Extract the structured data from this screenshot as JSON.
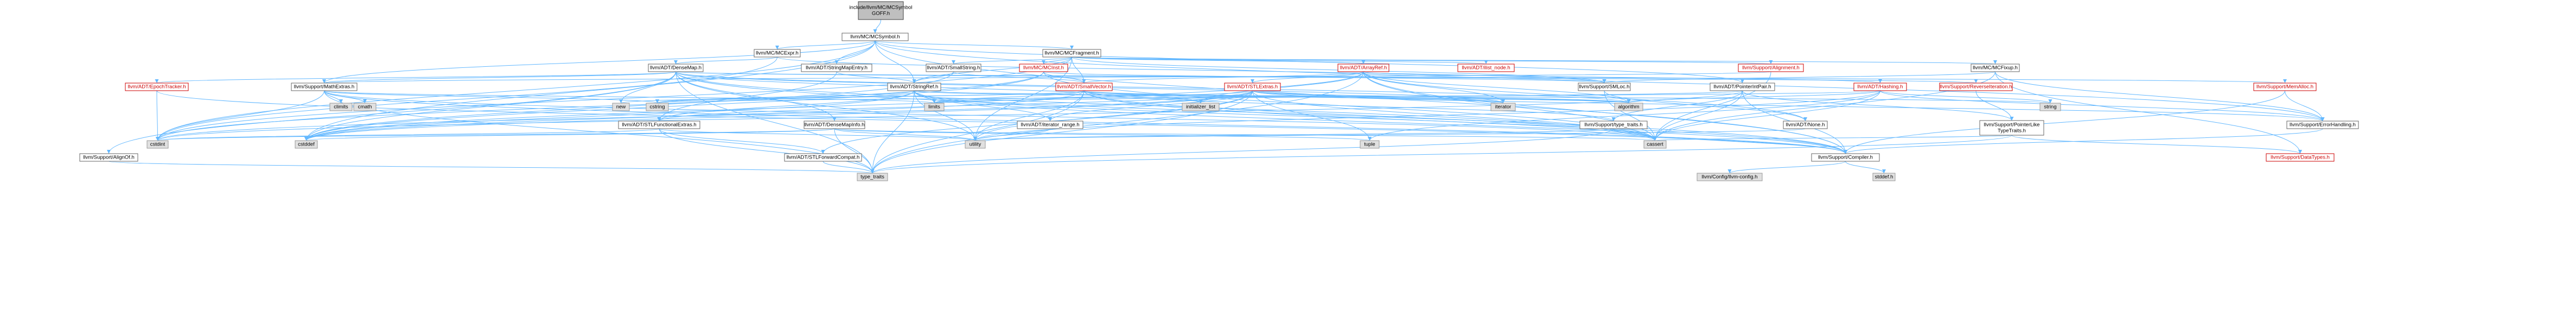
{
  "colors": {
    "root_fill": "#bfbfbf",
    "root_border": "#404040",
    "node_fill": "#ffffff",
    "node_border": "#666666",
    "node_text": "#000000",
    "red_border": "#cc0000",
    "red_text": "#cc0000",
    "ext_fill": "#e0e0e0",
    "ext_border": "#999999",
    "edge": "#63b8ff",
    "edge_alt": "#6ea2cc"
  },
  "nodes": [
    {
      "id": "root",
      "style": "root",
      "lines": [
        "include/llvm/MC/MCSymbol",
        "GOFF.h"
      ]
    },
    {
      "id": "mcsymbol",
      "style": "normal",
      "lines": [
        "llvm/MC/MCSymbol.h"
      ]
    },
    {
      "id": "mcexpr",
      "style": "normal",
      "lines": [
        "llvm/MC/MCExpr.h"
      ]
    },
    {
      "id": "mcfragment",
      "style": "normal",
      "lines": [
        "llvm/MC/MCFragment.h"
      ]
    },
    {
      "id": "densemap",
      "style": "normal",
      "lines": [
        "llvm/ADT/DenseMap.h"
      ]
    },
    {
      "id": "stringmapentry",
      "style": "normal",
      "lines": [
        "llvm/ADT/StringMapEntry.h"
      ]
    },
    {
      "id": "smallstring",
      "style": "normal",
      "lines": [
        "llvm/ADT/SmallString.h"
      ]
    },
    {
      "id": "mcinst",
      "style": "red",
      "lines": [
        "llvm/MC/MCInst.h"
      ]
    },
    {
      "id": "arrayref",
      "style": "red",
      "lines": [
        "llvm/ADT/ArrayRef.h"
      ]
    },
    {
      "id": "ilistnode",
      "style": "red",
      "lines": [
        "llvm/ADT/ilist_node.h"
      ]
    },
    {
      "id": "alignment",
      "style": "red",
      "lines": [
        "llvm/Support/Alignment.h"
      ]
    },
    {
      "id": "mcfixup",
      "style": "normal",
      "lines": [
        "llvm/MC/MCFixup.h"
      ]
    },
    {
      "id": "epochtracker",
      "style": "red",
      "lines": [
        "llvm/ADT/EpochTracker.h"
      ]
    },
    {
      "id": "mathextras",
      "style": "normal",
      "lines": [
        "llvm/Support/MathExtras.h"
      ]
    },
    {
      "id": "stringref",
      "style": "normal",
      "lines": [
        "llvm/ADT/StringRef.h"
      ]
    },
    {
      "id": "smallvector",
      "style": "red",
      "lines": [
        "llvm/ADT/SmallVector.h"
      ]
    },
    {
      "id": "stlextras",
      "style": "red",
      "lines": [
        "llvm/ADT/STLExtras.h"
      ]
    },
    {
      "id": "smloc",
      "style": "normal",
      "lines": [
        "llvm/Support/SMLoc.h"
      ]
    },
    {
      "id": "pointerintpair",
      "style": "normal",
      "lines": [
        "llvm/ADT/PointerIntPair.h"
      ]
    },
    {
      "id": "hashing",
      "style": "red",
      "lines": [
        "llvm/ADT/Hashing.h"
      ]
    },
    {
      "id": "reverseiteration",
      "style": "red",
      "lines": [
        "llvm/Support/ReverseIteration.h"
      ]
    },
    {
      "id": "memalloc",
      "style": "red",
      "lines": [
        "llvm/Support/MemAlloc.h"
      ]
    },
    {
      "id": "climits",
      "style": "ext",
      "lines": [
        "climits"
      ]
    },
    {
      "id": "cmath",
      "style": "ext",
      "lines": [
        "cmath"
      ]
    },
    {
      "id": "new",
      "style": "ext",
      "lines": [
        "new"
      ]
    },
    {
      "id": "cstring",
      "style": "ext",
      "lines": [
        "cstring"
      ]
    },
    {
      "id": "limits",
      "style": "ext",
      "lines": [
        "limits"
      ]
    },
    {
      "id": "initializer_list",
      "style": "ext",
      "lines": [
        "initializer_list"
      ]
    },
    {
      "id": "iterator",
      "style": "ext",
      "lines": [
        "iterator"
      ]
    },
    {
      "id": "algorithm",
      "style": "ext",
      "lines": [
        "algorithm"
      ]
    },
    {
      "id": "string",
      "style": "ext",
      "lines": [
        "string"
      ]
    },
    {
      "id": "alignof",
      "style": "normal",
      "lines": [
        "llvm/Support/AlignOf.h"
      ]
    },
    {
      "id": "stlfunctionalextras",
      "style": "normal",
      "lines": [
        "llvm/ADT/STLFunctionalExtras.h"
      ]
    },
    {
      "id": "densemapinfo",
      "style": "normal",
      "lines": [
        "llvm/ADT/DenseMapInfo.h"
      ]
    },
    {
      "id": "iteratorrange",
      "style": "normal",
      "lines": [
        "llvm/ADT/iterator_range.h"
      ]
    },
    {
      "id": "typetraits",
      "style": "normal",
      "lines": [
        "llvm/Support/type_traits.h"
      ]
    },
    {
      "id": "none",
      "style": "normal",
      "lines": [
        "llvm/ADT/None.h"
      ]
    },
    {
      "id": "pointerliketypetraits",
      "style": "normal",
      "lines": [
        "llvm/Support/PointerLike",
        "TypeTraits.h"
      ]
    },
    {
      "id": "errorhandling",
      "style": "normal",
      "lines": [
        "llvm/Support/ErrorHandling.h"
      ]
    },
    {
      "id": "cstdint",
      "style": "ext",
      "lines": [
        "cstdint"
      ]
    },
    {
      "id": "cstddef",
      "style": "ext",
      "lines": [
        "cstddef"
      ]
    },
    {
      "id": "stlforwardcompat",
      "style": "normal",
      "lines": [
        "llvm/ADT/STLForwardCompat.h"
      ]
    },
    {
      "id": "utility",
      "style": "ext",
      "lines": [
        "utility"
      ]
    },
    {
      "id": "tuple",
      "style": "ext",
      "lines": [
        "tuple"
      ]
    },
    {
      "id": "cassert",
      "style": "ext",
      "lines": [
        "cassert"
      ]
    },
    {
      "id": "compiler",
      "style": "normal",
      "lines": [
        "llvm/Support/Compiler.h"
      ]
    },
    {
      "id": "datatypes",
      "style": "red",
      "lines": [
        "llvm/Support/DataTypes.h"
      ]
    },
    {
      "id": "type_traits",
      "style": "ext",
      "lines": [
        "type_traits"
      ]
    },
    {
      "id": "llvmconfig",
      "style": "ext",
      "lines": [
        "llvm/Config/llvm-config.h"
      ]
    },
    {
      "id": "stddef",
      "style": "ext",
      "lines": [
        "stddef.h"
      ]
    }
  ],
  "edges": [
    [
      "root",
      "mcsymbol"
    ],
    [
      "mcsymbol",
      "mcexpr"
    ],
    [
      "mcsymbol",
      "mcfragment"
    ],
    [
      "mcsymbol",
      "stringmapentry"
    ],
    [
      "mcsymbol",
      "mathextras"
    ],
    [
      "mcsymbol",
      "stringref"
    ],
    [
      "mcsymbol",
      "errorhandling"
    ],
    [
      "mcsymbol",
      "cstddef"
    ],
    [
      "mcsymbol",
      "cstdint"
    ],
    [
      "mcsymbol",
      "pointerintpair"
    ],
    [
      "mcsymbol",
      "compiler"
    ],
    [
      "mcexpr",
      "densemap"
    ],
    [
      "mcexpr",
      "smloc"
    ],
    [
      "mcexpr",
      "cstdint"
    ],
    [
      "mcfragment",
      "arrayref"
    ],
    [
      "mcfragment",
      "smallstring"
    ],
    [
      "mcfragment",
      "smallvector"
    ],
    [
      "mcfragment",
      "stringref"
    ],
    [
      "mcfragment",
      "ilistnode"
    ],
    [
      "mcfragment",
      "mcfixup"
    ],
    [
      "mcfragment",
      "mcinst"
    ],
    [
      "mcfragment",
      "alignment"
    ],
    [
      "mcfragment",
      "smloc"
    ],
    [
      "mcfragment",
      "cstdint"
    ],
    [
      "mcfragment",
      "utility"
    ],
    [
      "densemap",
      "epochtracker"
    ],
    [
      "densemap",
      "mathextras"
    ],
    [
      "densemap",
      "densemapinfo"
    ],
    [
      "densemap",
      "reverseiteration"
    ],
    [
      "densemap",
      "alignof"
    ],
    [
      "densemap",
      "memalloc"
    ],
    [
      "densemap",
      "compiler"
    ],
    [
      "densemap",
      "type_traits"
    ],
    [
      "densemap",
      "algorithm"
    ],
    [
      "densemap",
      "cassert"
    ],
    [
      "densemap",
      "cstddef"
    ],
    [
      "densemap",
      "initializer_list"
    ],
    [
      "densemap",
      "iterator"
    ],
    [
      "densemap",
      "new"
    ],
    [
      "densemap",
      "utility"
    ],
    [
      "stringmapentry",
      "stringref"
    ],
    [
      "stringmapentry",
      "stlfunctionalextras"
    ],
    [
      "stringmapentry",
      "optional_none"
    ],
    [
      "smallstring",
      "smallvector"
    ],
    [
      "smallstring",
      "stringref"
    ],
    [
      "smallstring",
      "cstddef"
    ],
    [
      "mcinst",
      "smallvector"
    ],
    [
      "mcinst",
      "smloc"
    ],
    [
      "mcinst",
      "cassert"
    ],
    [
      "mcinst",
      "cstddef"
    ],
    [
      "mcinst",
      "cstdint"
    ],
    [
      "arrayref",
      "hashing"
    ],
    [
      "arrayref",
      "none"
    ],
    [
      "arrayref",
      "smallvector"
    ],
    [
      "arrayref",
      "stlextras"
    ],
    [
      "arrayref",
      "compiler"
    ],
    [
      "arrayref",
      "algorithm"
    ],
    [
      "arrayref",
      "array"
    ],
    [
      "arrayref",
      "cassert"
    ],
    [
      "arrayref",
      "cstddef"
    ],
    [
      "arrayref",
      "initializer_list"
    ],
    [
      "arrayref",
      "iterator"
    ],
    [
      "arrayref",
      "memory"
    ],
    [
      "arrayref",
      "type_traits"
    ],
    [
      "arrayref",
      "vector"
    ],
    [
      "ilistnode",
      "ilist"
    ],
    [
      "alignment",
      "mathextras"
    ],
    [
      "alignment",
      "cassert"
    ],
    [
      "mcfixup",
      "smloc"
    ],
    [
      "mcfixup",
      "datatypes"
    ],
    [
      "mcfixup",
      "errorhandling"
    ],
    [
      "mcfixup",
      "cassert"
    ],
    [
      "mathextras",
      "compiler"
    ],
    [
      "mathextras",
      "cassert"
    ],
    [
      "mathextras",
      "climits"
    ],
    [
      "mathextras",
      "cmath"
    ],
    [
      "mathextras",
      "cstdint"
    ],
    [
      "mathextras",
      "cstring"
    ],
    [
      "mathextras",
      "limits"
    ],
    [
      "mathextras",
      "type_traits"
    ],
    [
      "stringref",
      "stlfunctionalextras"
    ],
    [
      "stringref",
      "iteratorrange"
    ],
    [
      "stringref",
      "compiler"
    ],
    [
      "stringref",
      "algorithm"
    ],
    [
      "stringref",
      "cassert"
    ],
    [
      "stringref",
      "cstddef"
    ],
    [
      "stringref",
      "cstring"
    ],
    [
      "stringref",
      "limits"
    ],
    [
      "stringref",
      "string"
    ],
    [
      "stringref",
      "type_traits"
    ],
    [
      "stringref",
      "utility"
    ],
    [
      "smallvector",
      "compiler"
    ],
    [
      "smallvector",
      "typetraits"
    ],
    [
      "smallvector",
      "algorithm"
    ],
    [
      "smallvector",
      "cassert"
    ],
    [
      "smallvector",
      "cstddef"
    ],
    [
      "smallvector",
      "cstdlib"
    ],
    [
      "smallvector",
      "cstring"
    ],
    [
      "smallvector",
      "functional"
    ],
    [
      "smallvector",
      "initializer_list"
    ],
    [
      "smallvector",
      "iterator"
    ],
    [
      "smallvector",
      "limits"
    ],
    [
      "smallvector",
      "memory"
    ],
    [
      "smallvector",
      "new"
    ],
    [
      "smallvector",
      "type_traits"
    ],
    [
      "smallvector",
      "utility"
    ],
    [
      "stlextras",
      "stlforwardcompat"
    ],
    [
      "stlextras",
      "stlfunctionalextras"
    ],
    [
      "stlextras",
      "iteratorrange"
    ],
    [
      "stlextras",
      "errorhandling"
    ],
    [
      "stlextras",
      "algorithm"
    ],
    [
      "stlextras",
      "cassert"
    ],
    [
      "stlextras",
      "cstddef"
    ],
    [
      "stlextras",
      "cstdint"
    ],
    [
      "stlextras",
      "cstdlib"
    ],
    [
      "stlextras",
      "functional"
    ],
    [
      "stlextras",
      "initializer_list"
    ],
    [
      "stlextras",
      "iterator"
    ],
    [
      "stlextras",
      "limits"
    ],
    [
      "stlextras",
      "memory"
    ],
    [
      "stlextras",
      "tuple"
    ],
    [
      "stlextras",
      "type_traits"
    ],
    [
      "stlextras",
      "utility"
    ],
    [
      "smloc",
      "none"
    ],
    [
      "smloc",
      "cassert"
    ],
    [
      "pointerintpair",
      "pointerliketypetraits"
    ],
    [
      "pointerintpair",
      "compiler"
    ],
    [
      "pointerintpair",
      "typetraits"
    ],
    [
      "pointerintpair",
      "cassert"
    ],
    [
      "pointerintpair",
      "cstdint"
    ],
    [
      "pointerintpair",
      "limits"
    ],
    [
      "hashing",
      "errorhandling"
    ],
    [
      "hashing",
      "swapbyteorder"
    ],
    [
      "hashing",
      "algorithm"
    ],
    [
      "hashing",
      "cassert"
    ],
    [
      "hashing",
      "cstring"
    ],
    [
      "hashing",
      "string"
    ],
    [
      "hashing",
      "tuple"
    ],
    [
      "hashing",
      "utility"
    ],
    [
      "reverseiteration",
      "pointerliketypetraits"
    ],
    [
      "memalloc",
      "compiler"
    ],
    [
      "memalloc",
      "errorhandling"
    ],
    [
      "memalloc",
      "cstdlib"
    ],
    [
      "epochtracker",
      "compiler"
    ],
    [
      "epochtracker",
      "cstdint"
    ],
    [
      "alignof",
      "type_traits"
    ],
    [
      "stlfunctionalextras",
      "stlforwardcompat"
    ],
    [
      "stlfunctionalextras",
      "cstdint"
    ],
    [
      "stlfunctionalextras",
      "type_traits"
    ],
    [
      "stlfunctionalextras",
      "utility"
    ],
    [
      "densemapinfo",
      "cassert"
    ],
    [
      "densemapinfo",
      "cstddef"
    ],
    [
      "densemapinfo",
      "cstdint"
    ],
    [
      "densemapinfo",
      "tuple"
    ],
    [
      "densemapinfo",
      "type_traits"
    ],
    [
      "densemapinfo",
      "utility"
    ],
    [
      "iteratorrange",
      "utility"
    ],
    [
      "typetraits",
      "compiler"
    ],
    [
      "typetraits",
      "type_traits"
    ],
    [
      "typetraits",
      "utility"
    ],
    [
      "pointerliketypetraits",
      "datatypes"
    ],
    [
      "pointerliketypetraits",
      "cassert"
    ],
    [
      "pointerliketypetraits",
      "type_traits"
    ],
    [
      "errorhandling",
      "compiler"
    ],
    [
      "stlforwardcompat",
      "type_traits"
    ],
    [
      "compiler",
      "llvmconfig"
    ],
    [
      "compiler",
      "stddef"
    ],
    [
      "none",
      "utility"
    ]
  ]
}
